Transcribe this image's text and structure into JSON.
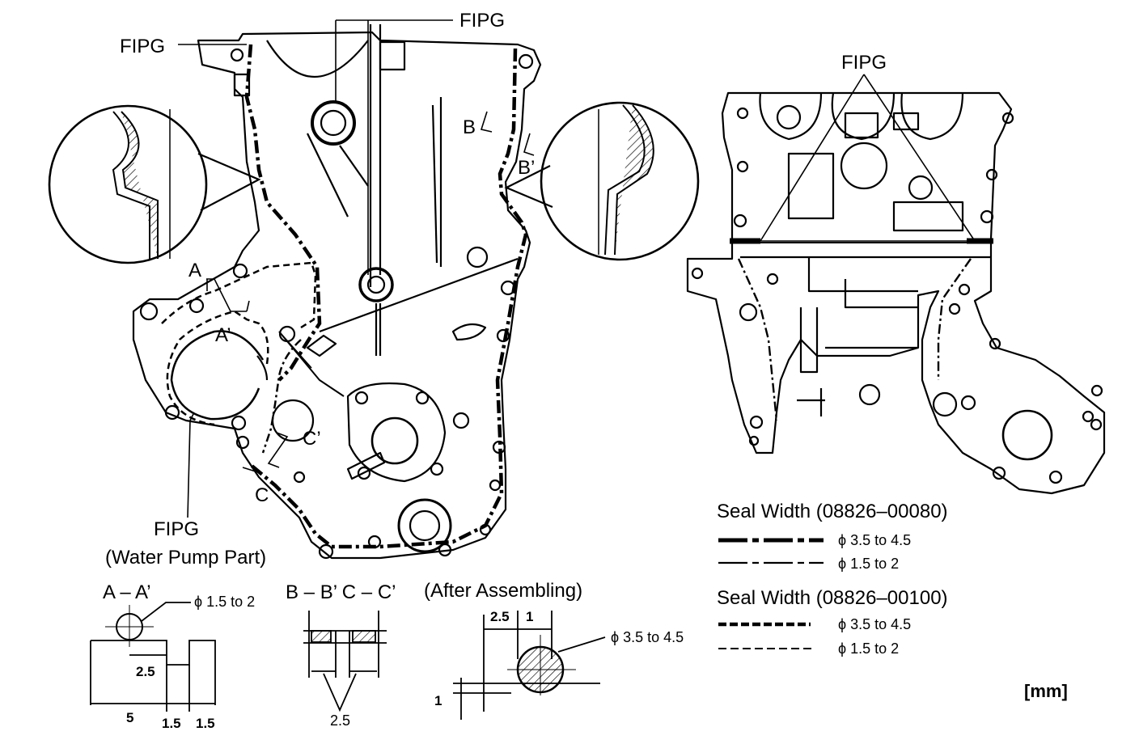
{
  "labels": {
    "fipg_top_left": "FIPG",
    "fipg_top_center": "FIPG",
    "fipg_right": "FIPG",
    "fipg_water_pump": "FIPG",
    "water_pump_part": "(Water Pump Part)",
    "mark_a": "A",
    "mark_a_prime": "A’",
    "mark_b": "B",
    "mark_b_prime": "B’",
    "mark_c": "C",
    "mark_c_prime": "C’"
  },
  "legend": {
    "seal_width_1": "Seal Width (08826–00080)",
    "seal_width_1_thick": "ϕ 3.5 to 4.5",
    "seal_width_1_thin": "ϕ 1.5 to 2",
    "seal_width_2": "Seal Width (08826–00100)",
    "seal_width_2_thick": "ϕ 3.5 to 4.5",
    "seal_width_2_thin": "ϕ 1.5 to 2",
    "unit": "[mm]"
  },
  "sections": {
    "aa_title": "A – A’",
    "aa_diameter": "ϕ 1.5 to 2",
    "aa_dim_25": "2.5",
    "aa_dim_5": "5",
    "aa_dim_15a": "1.5",
    "aa_dim_15b": "1.5",
    "bb_cc_title": "B – B’  C – C’",
    "after_assembling": "(After Assembling)",
    "bb_dim": "2.5",
    "after_dim_25": "2.5",
    "after_dim_1_top": "1",
    "after_dim_1_side": "1",
    "after_diameter": "ϕ 3.5 to 4.5"
  }
}
